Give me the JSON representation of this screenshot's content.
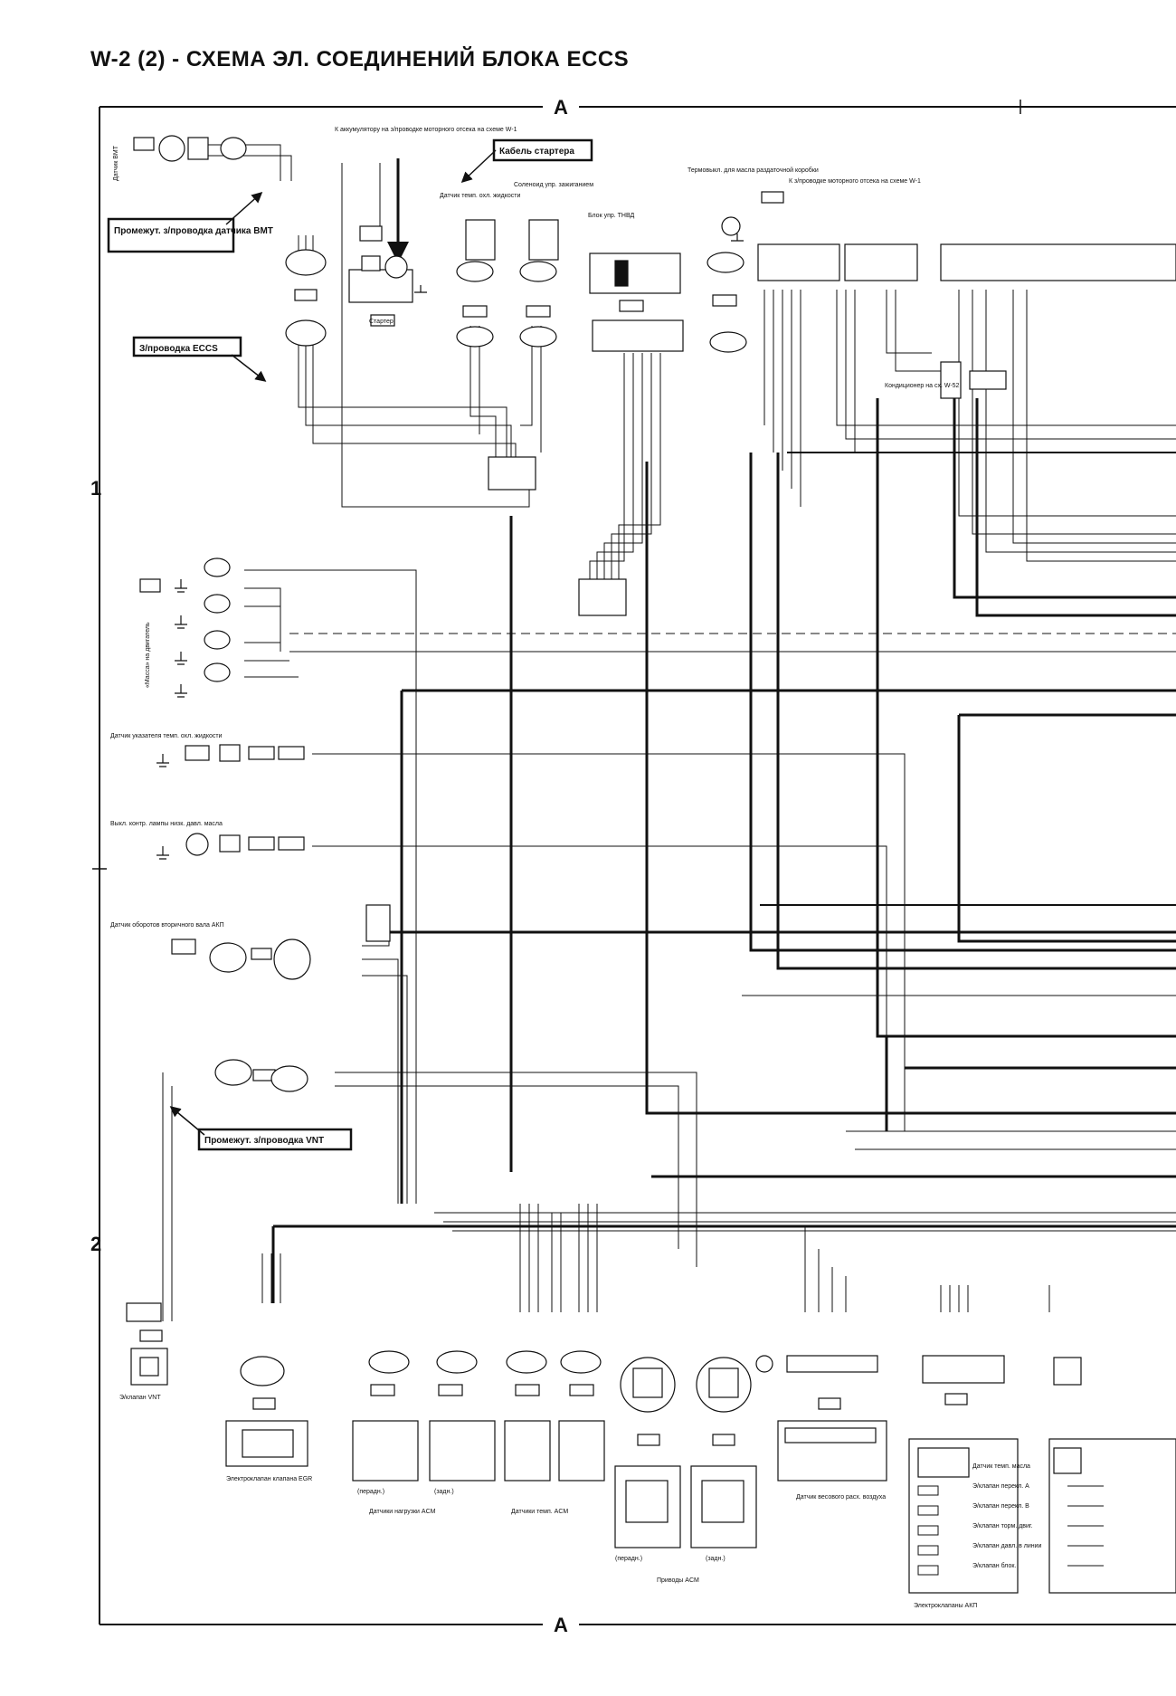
{
  "title": "W-2 (2) - СХЕМА ЭЛ. СОЕДИНЕНИЙ БЛОКА ECCS",
  "frame": {
    "top_marker": "A",
    "bottom_marker": "A",
    "row1": "1",
    "row2": "2"
  },
  "callouts": {
    "bmt_harness": "Промежут. з/проводка датчика BMT",
    "eccs_harness": "З/проводка ECCS",
    "starter_cable": "Кабель стартера",
    "vnt_harness": "Промежут. з/проводка VNT"
  },
  "labels": {
    "bmt_sensor": "Датчик ВМТ",
    "to_battery": "К аккумулятору на з/проводке моторного отсека на схеме W-1",
    "starter": "Стартер",
    "coolant_temp_sensor": "Датчик темп. охл. жидкости",
    "solenoid": "Соленоид упр. зажиганием",
    "tnvd_block": "Блок упр. ТНВД",
    "transfer_oil_temp": "Термовыкл. для масла раздаточной коробки",
    "to_engine_harness": "К з/проводке моторного отсека на схеме W-1",
    "ac_compressor": "Кондиционер на сх. W-52",
    "engine_ground": "«Масса» на двигатель",
    "coolant_gauge_sensor": "Датчик указателя темп. охл. жидкости",
    "oil_pressure_switch": "Выкл. контр. лампы низк. давл. масла",
    "at_speed_sensor": "Датчик оборотов вторичного вала АКП",
    "vnt_valve": "Э/клапан VNT",
    "egr_valve": "Электроклапан клапана EGR",
    "acm_load_sensors": "Датчики нагрузки ACM",
    "acm_temp_sensors": "Датчики темп. ACM",
    "front": "(перадн.)",
    "rear": "(задн.)",
    "acm_drives": "Приводы ACM",
    "maf_sensor": "Датчик весового расх. воздуха",
    "at_solenoids": "Электроклапаны АКП",
    "at_list": [
      "Датчик темп. масла",
      "Э/клапан перекл. A",
      "Э/клапан перекл. B",
      "Э/клапан торм. двиг.",
      "Э/клапан давл. в линии",
      "Э/клапан блок."
    ]
  },
  "colors": {
    "line": "#111111",
    "bg": "#ffffff"
  }
}
